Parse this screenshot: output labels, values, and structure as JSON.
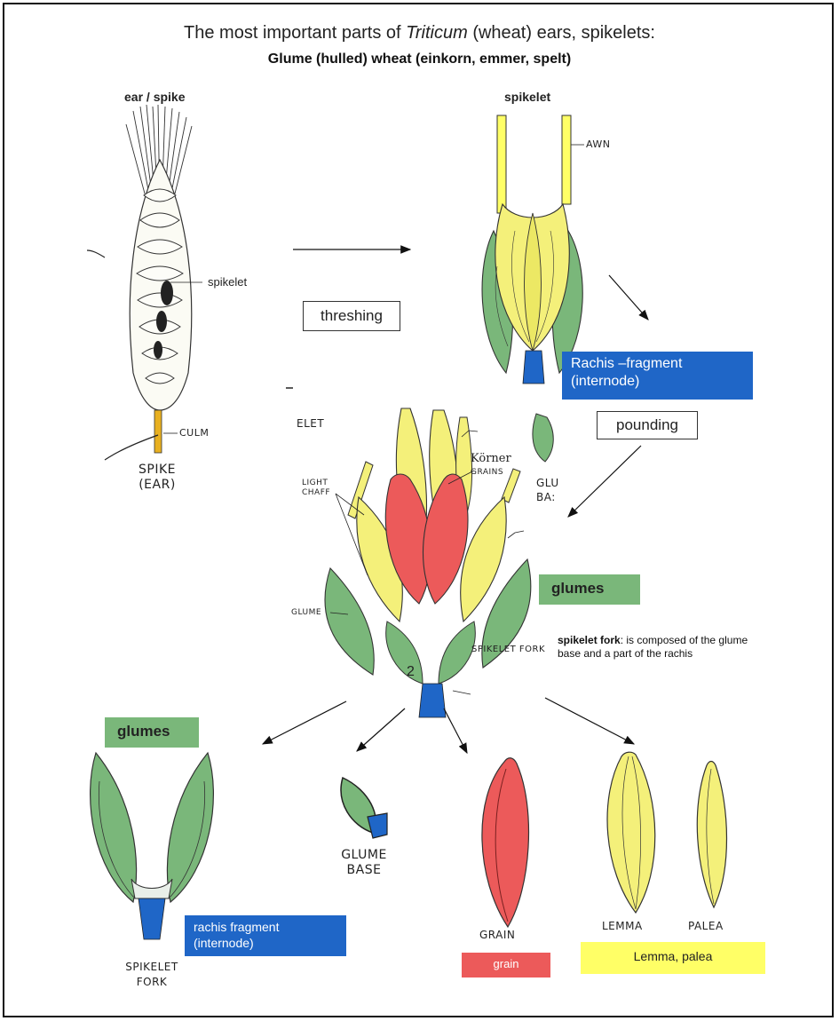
{
  "header": {
    "title_pre": "The most important parts of ",
    "title_em": "Triticum",
    "title_post": " (wheat) ears, spikelets:",
    "subtitle": "Glume (hulled) wheat (einkorn, emmer, spelt)"
  },
  "top_labels": {
    "ear": "ear / spike",
    "spikelet_head": "spikelet",
    "awn": "AWN",
    "spikelet_ptr": "spikelet",
    "culm": "CULM",
    "spike_ear": [
      "SPIKE",
      "(EAR)"
    ]
  },
  "process": {
    "threshing": "threshing",
    "pounding": "pounding",
    "rachis_fragment": [
      "Rachis –fragment",
      "(internode)"
    ]
  },
  "middle_labels": {
    "elet": "ELET",
    "koerner": "Körner",
    "grains": "GRAINS",
    "light_chaff": [
      "LIGHT",
      "CHAFF"
    ],
    "glu_base": [
      "GLU",
      "BA:"
    ],
    "glume": "GLUME",
    "spikelet_fork_hand": "SPIKELET FORK",
    "fig_number": "2",
    "glumes": "glumes",
    "fork_note_bold": "spikelet fork",
    "fork_note_rest": ": is composed of  the glume",
    "fork_note_line2": "base and a part of the rachis"
  },
  "bottom_labels": {
    "glumes": "glumes",
    "glume_base": [
      "GLUME",
      "BASE"
    ],
    "rachis_fragment": [
      "rachis fragment",
      "(internode)"
    ],
    "spikelet_fork": [
      "SPIKELET",
      "FORK"
    ],
    "grain_hand": "GRAIN",
    "grain_box": "grain",
    "lemma_hand": "LEMMA",
    "palea_hand": "PALEA",
    "lemma_palea_box": "Lemma, palea"
  },
  "colors": {
    "rachis_blue": "#1f66c7",
    "glume_green": "#7ab77a",
    "grain_red": "#ec5a5a",
    "chaff_yellow": "#ffff66",
    "culm_orange": "#e8b020"
  }
}
